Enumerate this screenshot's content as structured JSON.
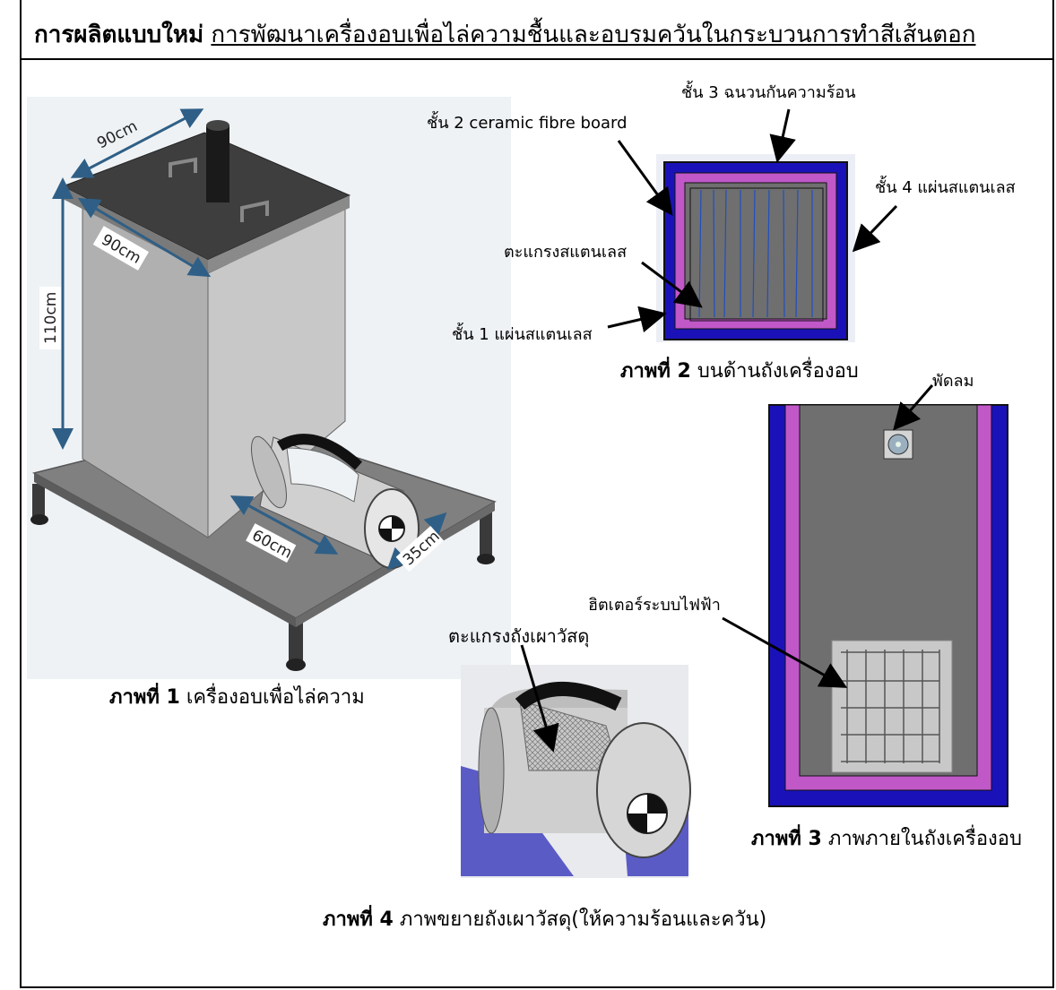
{
  "header": {
    "bold": "การผลิตแบบใหม่",
    "title": "การพัฒนาเครื่องอบเพื่อไล่ความชื้นและอบรมควันในกระบวนการทำสีเส้นตอก"
  },
  "figure1": {
    "caption_bold": "ภาพที่ 1",
    "caption_text": " เครื่องอบเพื่อไล่ความ",
    "dims": {
      "top_width": "90cm",
      "front_width": "90cm",
      "height": "110cm",
      "drum_length": "60cm",
      "drum_dia": "35cm"
    }
  },
  "figure2": {
    "caption_bold": "ภาพที่ 2",
    "caption_text": " บนด้านถังเครื่องอบ",
    "labels": {
      "layer3": "ชั้น 3 ฉนวนกันความร้อน",
      "layer2": "ชั้น 2 ceramic fibre board",
      "layer4": "ชั้น 4 แผ่นสแตนเลส",
      "grid": "ตะแกรงสแตนเลส",
      "layer1": "ชั้น 1 แผ่นสแตนเลส"
    }
  },
  "figure3": {
    "caption_bold": "ภาพที่ 3",
    "caption_text": " ภาพภายในถังเครื่องอบ",
    "labels": {
      "fan": "พัดลม",
      "heater": "ฮิตเตอร์ระบบไฟฟ้า"
    }
  },
  "figure4": {
    "caption_bold": "ภาพที่ 4",
    "caption_text": " ภาพขยายถังเผาวัสดุ(ให้ความร้อนและควัน)",
    "labels": {
      "grate": "ตะแกรงถังเผาวัสดุ"
    }
  },
  "colors": {
    "blue_layer": "#1a12b8",
    "purple_layer": "#c058c8",
    "inner_gray": "#6f6f6f",
    "dim_arrow": "#2f5f86"
  }
}
